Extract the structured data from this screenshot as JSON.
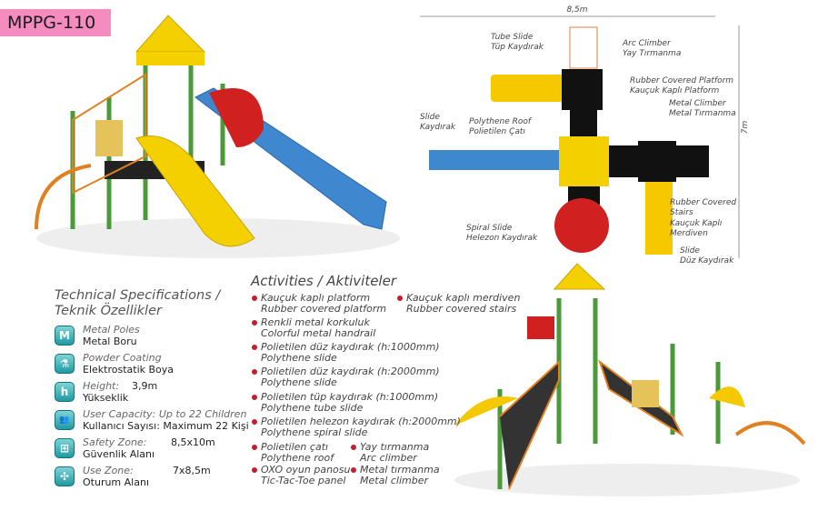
{
  "product_code": "MPPG-110",
  "specs": {
    "title_line1": "Technical Specifications /",
    "title_line2": "Teknik Özellikler",
    "items": [
      {
        "icon": "metal-poles-icon",
        "glyph": "M",
        "en": "Metal Poles",
        "tr": "Metal Boru",
        "value": ""
      },
      {
        "icon": "powder-coating-icon",
        "glyph": "⚗",
        "en": "Powder Coating",
        "tr": "Elektrostatik Boya",
        "value": ""
      },
      {
        "icon": "height-icon",
        "glyph": "h",
        "en": "Height:",
        "tr": "Yükseklik",
        "value": "3,9m"
      },
      {
        "icon": "user-capacity-icon",
        "glyph": "👥",
        "en": "User Capacity: Up to 22 Children",
        "tr": "Kullanıcı Sayısı: Maximum 22 Kişi",
        "value": ""
      },
      {
        "icon": "safety-zone-icon",
        "glyph": "⊞",
        "en": "Safety Zone:",
        "tr": "Güvenlik Alanı",
        "value": "8,5x10m"
      },
      {
        "icon": "use-zone-icon",
        "glyph": "✣",
        "en": "Use Zone:",
        "tr": "Oturum Alanı",
        "value": "7x8,5m"
      }
    ]
  },
  "activities": {
    "title": "Activities / Aktiviteler",
    "items": [
      {
        "tr": "Kauçuk kaplı platform",
        "en": "Rubber covered platform"
      },
      {
        "tr": "Kauçuk kaplı merdiven",
        "en": "Rubber covered stairs"
      },
      {
        "tr": "Renkli metal korkuluk",
        "en": "Colorful metal handrail"
      },
      {
        "tr": "Polietilen düz kaydırak (h:1000mm)",
        "en": "Polythene slide"
      },
      {
        "tr": "Polietilen düz kaydırak (h:2000mm)",
        "en": "Polythene slide"
      },
      {
        "tr": "Polietilen tüp kaydırak (h:1000mm)",
        "en": "Polythene tube slide"
      },
      {
        "tr": "Polietilen helezon kaydırak (h:2000mm)",
        "en": "Polythene spiral slide"
      },
      {
        "tr": "Polietilen çatı",
        "en": "Polythene roof"
      },
      {
        "tr": "Yay tırmanma",
        "en": "Arc climber"
      },
      {
        "tr": "OXO oyun panosu",
        "en": "Tic-Tac-Toe panel"
      },
      {
        "tr": "Metal tırmanma",
        "en": "Metal climber"
      }
    ]
  },
  "plan": {
    "width_dim": "8,5m",
    "depth_dim": "7m",
    "labels": {
      "tube_slide": [
        "Tube Slide",
        "Tüp Kaydırak"
      ],
      "arc_climber": [
        "Arc Climber",
        "Yay Tırmanma"
      ],
      "rubber_platform": [
        "Rubber Covered Platform",
        "Kauçuk Kaplı Platform"
      ],
      "metal_climber": [
        "Metal Climber",
        "Metal Tırmanma"
      ],
      "slide_left": [
        "Slide",
        "Kaydırak"
      ],
      "roof": [
        "Polythene Roof",
        "Polietilen Çatı"
      ],
      "rubber_stairs": [
        "Rubber Covered",
        "Stairs",
        "Kauçuk Kaplı",
        "Merdiven"
      ],
      "spiral_slide": [
        "Spiral Slide",
        "Helezon Kaydırak"
      ],
      "slide_right": [
        "Slide",
        "Düz Kaydırak"
      ]
    }
  },
  "colors": {
    "accent_pink": "#f48cc0",
    "bullet_red": "#c0202e",
    "teal": "#1e9aa3"
  }
}
